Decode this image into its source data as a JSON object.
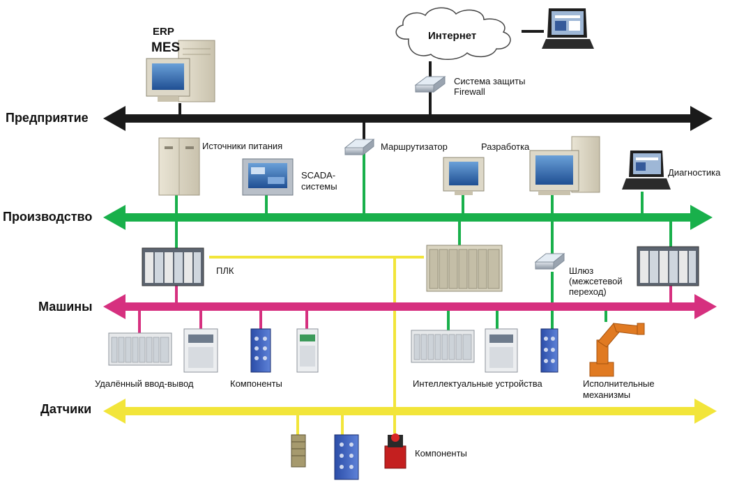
{
  "levels": {
    "enterprise": "Предприятие",
    "production": "Производство",
    "machines": "Машины",
    "sensors": "Датчики"
  },
  "labels": {
    "erp": "ERP",
    "mes": "MES",
    "internet": "Интернет",
    "firewall_line1": "Система защиты",
    "firewall_line2": "Firewall",
    "router": "Маршрутизатор",
    "power": "Источники питания",
    "scada_line1": "SCADA-",
    "scada_line2": "системы",
    "development": "Разработка",
    "diagnostics": "Диагностика",
    "plc": "ПЛК",
    "gateway_line1": "Шлюз",
    "gateway_line2": "(межсетевой",
    "gateway_line3": "переход)",
    "remote_io": "Удалённый ввод-вывод",
    "components_machines": "Компоненты",
    "smart_devices": "Интеллектуальные устройства",
    "actuators_line1": "Исполнительные",
    "actuators_line2": "механизмы",
    "components_sensors": "Компоненты"
  },
  "colors": {
    "enterprise": "#1a1a1a",
    "production": "#19b04b",
    "machines": "#d6307f",
    "sensors": "#f2e53a"
  }
}
